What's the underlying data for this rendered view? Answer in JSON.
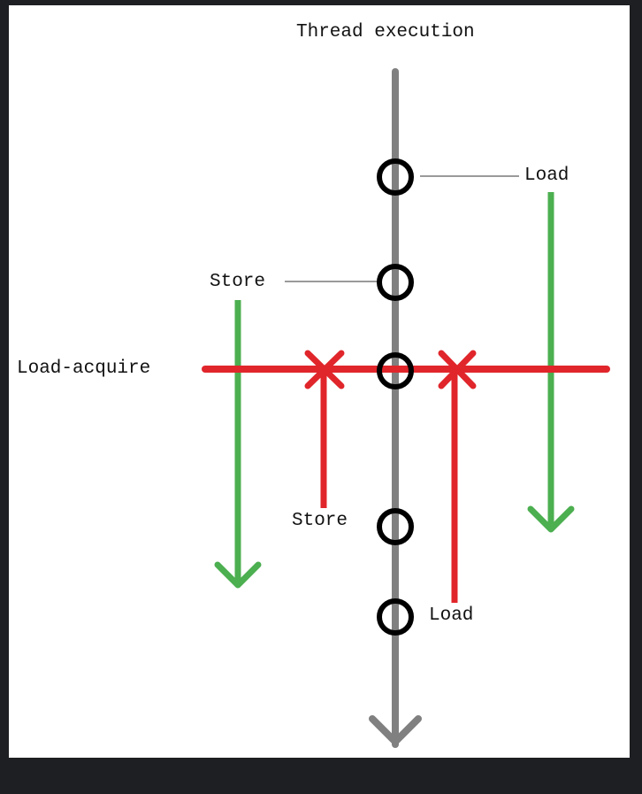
{
  "title": "Thread execution",
  "barrier_label": "Load-acquire",
  "ops": {
    "load_top": "Load",
    "store_top": "Store",
    "store_bottom": "Store",
    "load_bottom": "Load"
  },
  "colors": {
    "timeline": "#808080",
    "node": "#000000",
    "barrier": "#e0262b",
    "allowed": "#4caf50",
    "leader": "#9a9a9a",
    "background": "#ffffff",
    "frame": "#1e1f22"
  }
}
